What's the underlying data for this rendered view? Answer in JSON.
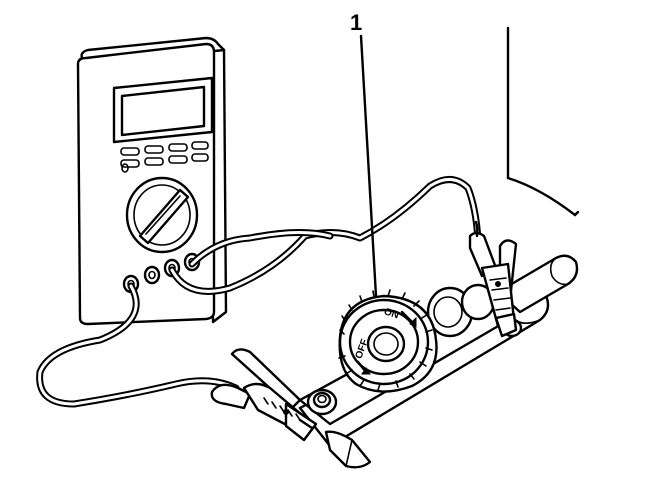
{
  "callout": {
    "number": "1"
  },
  "switch_labels": {
    "on": "ON",
    "off": "OFF"
  }
}
